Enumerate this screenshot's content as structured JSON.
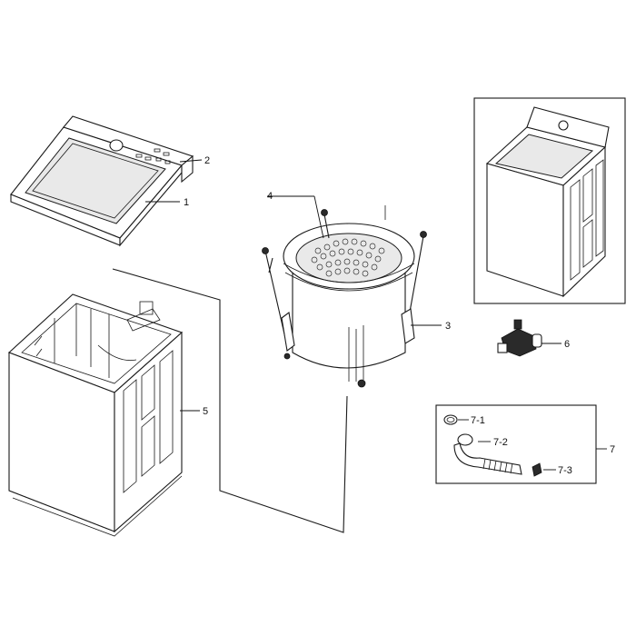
{
  "callouts": {
    "c1": "1",
    "c2": "2",
    "c3": "3",
    "c4": "4",
    "c5": "5",
    "c6": "6",
    "c7": "7",
    "c7_1": "7-1",
    "c7_2": "7-2",
    "c7_3": "7-3"
  }
}
